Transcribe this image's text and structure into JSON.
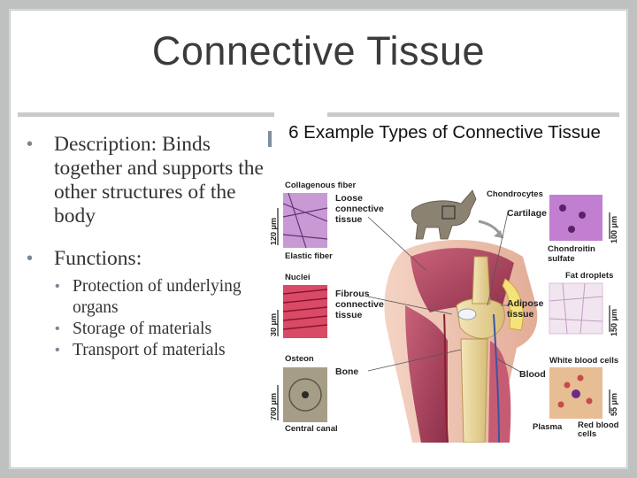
{
  "slide": {
    "title": "Connective Tissue",
    "bullets": [
      {
        "text": "Description: Binds together and supports the other structures of the body",
        "sub": []
      },
      {
        "text": "Functions:",
        "sub": [
          "Protection of underlying organs",
          "Storage of materials",
          "Transport of materials"
        ]
      }
    ]
  },
  "figure": {
    "caption": "6  Example Types of Connective Tissue",
    "labels": {
      "collagenous_fiber": "Collagenous fiber",
      "loose_1": "Loose",
      "loose_2": "connective",
      "loose_3": "tissue",
      "elastic_fiber": "Elastic fiber",
      "nuclei": "Nuclei",
      "fibrous_1": "Fibrous",
      "fibrous_2": "connective",
      "fibrous_3": "tissue",
      "osteon": "Osteon",
      "bone": "Bone",
      "central_canal": "Central canal",
      "chondrocytes": "Chondrocytes",
      "cartilage": "Cartilage",
      "chondroitin_1": "Chondroitin",
      "chondroitin_2": "sulfate",
      "fat_droplets": "Fat droplets",
      "adipose_1": "Adipose",
      "adipose_2": "tissue",
      "white_blood_cells": "White blood cells",
      "blood": "Blood",
      "plasma": "Plasma",
      "red_1": "Red blood",
      "red_2": "cells"
    },
    "scales": {
      "s120": "120 μm",
      "s30": "30 μm",
      "s700": "700 μm",
      "s100": "100 μm",
      "s150": "150 μm",
      "s55": "55 μm"
    }
  }
}
